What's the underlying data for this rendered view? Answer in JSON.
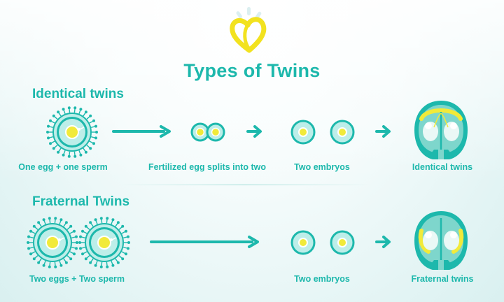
{
  "title": "Types of Twins",
  "identical": {
    "heading": "Identical twins",
    "step1": "One egg + one sperm",
    "step2": "Fertilized egg splits into two",
    "step3": "Two embryos",
    "step4": "Identical twins"
  },
  "fraternal": {
    "heading": "Fraternal Twins",
    "step1": "Two eggs + Two sperm",
    "step3": "Two embryos",
    "step4": "Fraternal twins"
  },
  "colors": {
    "teal": "#1db8ac",
    "dark_teal": "#0f8f85",
    "yellow": "#f1ea3a",
    "light_teal": "#bdeee9"
  },
  "logo_icon": "heart-brand-icon"
}
